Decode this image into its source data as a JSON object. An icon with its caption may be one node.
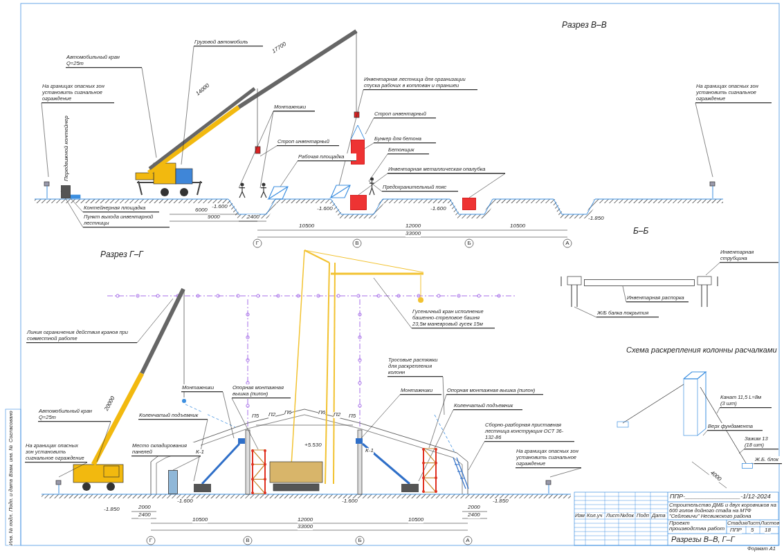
{
  "diagram": {
    "nodes": [
      {
        "text": [
          "На границах опасных зон установить сигнальное ограждение"
        ]
      },
      {
        "text": [
          "Автомобильный кран",
          "Q=25т"
        ]
      },
      {
        "text": [
          "Грузовой автомобиль"
        ]
      },
      {
        "text": [
          "Монтажники"
        ]
      },
      {
        "text": [
          "Строп инвентарный"
        ]
      },
      {
        "text": [
          "Рабочая площадка"
        ]
      },
      {
        "text": [
          "Инвентарная лестница для организации спуска рабочих в котлован и траншеи"
        ]
      },
      {
        "text": [
          "Строп инвентарный"
        ]
      },
      {
        "text": [
          "Бункер для бетона"
        ]
      },
      {
        "text": [
          "Бетонщик"
        ]
      },
      {
        "text": [
          "Инвентарная металлическая опалубка"
        ]
      },
      {
        "text": [
          "Предохранительный пояс"
        ]
      },
      {
        "text": [
          "На границах опасных зон установить сигнальное ограждение"
        ]
      },
      {
        "text": [
          "Контейнерная площадка"
        ]
      },
      {
        "text": [
          "Пункт выхода инвентарной лестницы"
        ]
      },
      {
        "text": [
          "Линия ограничения действия кранов при совместной работе"
        ]
      },
      {
        "text": [
          "Автомобильный кран",
          "Q=25т"
        ]
      },
      {
        "text": [
          "На границах опасных зон установить сигнальное ограждение"
        ]
      },
      {
        "text": [
          "Монтажники"
        ]
      },
      {
        "text": [
          "Коленчатый подъемник"
        ]
      },
      {
        "text": [
          "Место складирования панелей"
        ]
      },
      {
        "text": [
          "Опорная монтажная вышка (пилон)"
        ]
      },
      {
        "text": [
          "Гусеничный кран исполнение башенно-стреловое башня 23,5м маневровый гусек 15м"
        ]
      },
      {
        "text": [
          "Тросовые растяжки для раскрепления колонн"
        ]
      },
      {
        "text": [
          "Монтажники"
        ]
      },
      {
        "text": [
          "Опорная монтажная вышка (пилон)"
        ]
      },
      {
        "text": [
          "Коленчатый подъемник"
        ]
      },
      {
        "text": [
          "Сборно-разборная приставная лестница конструкция ОСТ 36-132-86"
        ]
      },
      {
        "text": [
          "На границах опасных зон установить сигнальное ограждение"
        ]
      },
      {
        "text": [
          "Инвентарная струбцина"
        ]
      },
      {
        "text": [
          "Инвентарная распорка"
        ]
      },
      {
        "text": [
          "Ж/Б балка покрытия"
        ]
      },
      {
        "text": [
          "Канат 11,5 L=8м",
          "(3 шт)"
        ]
      },
      {
        "text": [
          "Верх фундамента"
        ]
      },
      {
        "text": [
          "Зажим 13",
          "(18 шт)"
        ]
      },
      {
        "text": [
          "Ж.Б. блок"
        ]
      },
      {
        "text": [],
        "shape": "person"
      },
      {
        "text": [],
        "shape": "person"
      },
      {
        "text": [],
        "shape": "picture"
      },
      {
        "text": [],
        "shape": "picture"
      },
      {
        "text": [],
        "shape": "box"
      },
      {
        "text": [],
        "shape": "picture"
      },
      {
        "text": [],
        "shape": "box"
      },
      {
        "text": [],
        "shape": "box"
      },
      {
        "text": [],
        "shape": "person"
      },
      {
        "text": [],
        "shape": "box"
      },
      {
        "text": [],
        "shape": "picture"
      },
      {
        "text": [],
        "shape": "picture"
      },
      {
        "text": [],
        "shape": "box"
      },
      {
        "text": [],
        "shape": "picture"
      },
      {
        "text": [],
        "shape": "picture"
      },
      {
        "text": [],
        "shape": "picture"
      },
      {
        "text": [],
        "shape": "picture"
      },
      {
        "text": [],
        "shape": "box"
      },
      {
        "text": [],
        "shape": "box"
      },
      {
        "text": [],
        "shape": "picture"
      },
      {
        "text": [],
        "shape": "picture"
      }
    ],
    "edges": [
      {
        "from": 0,
        "to": null,
        "arrow": "none"
      },
      {
        "from": 1,
        "to": null,
        "arrow": "none"
      },
      {
        "from": 2,
        "to": null,
        "arrow": "none"
      },
      {
        "from": 3,
        "to": 36,
        "arrow": "none"
      },
      {
        "from": 3,
        "to": 37,
        "arrow": "none"
      },
      {
        "from": 4,
        "to": null,
        "arrow": "none"
      },
      {
        "from": 5,
        "to": 38,
        "arrow": "none"
      },
      {
        "from": 6,
        "to": 39,
        "arrow": "none"
      },
      {
        "from": 7,
        "to": 41,
        "arrow": "none"
      },
      {
        "from": 8,
        "to": 40,
        "arrow": "none"
      },
      {
        "from": 9,
        "to": 44,
        "arrow": "none"
      },
      {
        "from": 10,
        "to": 42,
        "arrow": "none"
      },
      {
        "from": 10,
        "to": 43,
        "arrow": "none"
      },
      {
        "from": 11,
        "to": 44,
        "arrow": "none"
      },
      {
        "from": 12,
        "to": null,
        "arrow": "none"
      },
      {
        "from": 13,
        "to": 45,
        "arrow": "none"
      },
      {
        "from": 14,
        "to": 45,
        "arrow": "none"
      },
      {
        "from": 15,
        "to": null,
        "arrow": "none"
      },
      {
        "from": 16,
        "to": null,
        "arrow": "none"
      },
      {
        "from": 17,
        "to": null,
        "arrow": "none"
      },
      {
        "from": 18,
        "to": 49,
        "arrow": "none"
      },
      {
        "from": 19,
        "to": 49,
        "arrow": "none"
      },
      {
        "from": 20,
        "to": 53,
        "arrow": "none"
      },
      {
        "from": 21,
        "to": 50,
        "arrow": "none"
      },
      {
        "from": 22,
        "to": null,
        "arrow": "none"
      },
      {
        "from": 23,
        "to": 55,
        "arrow": "none"
      },
      {
        "from": 24,
        "to": 51,
        "arrow": "none"
      },
      {
        "from": 25,
        "to": 52,
        "arrow": "none"
      },
      {
        "from": 26,
        "to": 51,
        "arrow": "none"
      },
      {
        "from": 27,
        "to": 56,
        "arrow": "none"
      },
      {
        "from": 28,
        "to": null,
        "arrow": "none"
      },
      {
        "from": 29,
        "to": 46,
        "arrow": "none"
      },
      {
        "from": 30,
        "to": 48,
        "arrow": "none"
      },
      {
        "from": 31,
        "to": 47,
        "arrow": "none"
      },
      {
        "from": 32,
        "to": null,
        "arrow": "none"
      },
      {
        "from": 33,
        "to": null,
        "arrow": "none"
      },
      {
        "from": 34,
        "to": null,
        "arrow": "none"
      },
      {
        "from": 35,
        "to": 54,
        "arrow": "none"
      }
    ],
    "labels": [
      "Разрез В–В",
      "17700",
      "14000",
      "6000",
      "9000",
      "2400",
      "10500",
      "12000",
      "10500",
      "33000",
      "Г",
      "В",
      "Б",
      "А",
      "-1.600",
      "-1.600",
      "-1.600",
      "-1.850",
      "Б–Б",
      "Разрез Г–Г",
      "Схема раскрепления колонны расчалками",
      "20000",
      "П5",
      "П2",
      "П6",
      "П6",
      "П2",
      "П5",
      "+5.530",
      "К-1",
      "К-1",
      "-1.850",
      "2000",
      "2400",
      "-1.600",
      "-1.600",
      "2000",
      "2400",
      "-1.850",
      "10500",
      "12000",
      "10500",
      "33000",
      "Г",
      "В",
      "Б",
      "А",
      "4000",
      "ППР-________________-1/12-2024",
      "Строительство ДМБ и двух коровников на 600 голов дойного стада на МТФ \"Сейловичи\" Несвижского района",
      "Проект производства работ",
      "Стадия",
      "Лист",
      "Листов",
      "ППР",
      "5",
      "18",
      "Разрезы В–В, Г–Г",
      "Изм",
      "Кол.уч",
      "Лист",
      "№док",
      "Подп",
      "Дата",
      "Формат А1",
      "Согласовано",
      "Взам. инв. №",
      "Подп. и дата",
      "Инв. № подл.",
      "Передвижной контейнер"
    ]
  }
}
